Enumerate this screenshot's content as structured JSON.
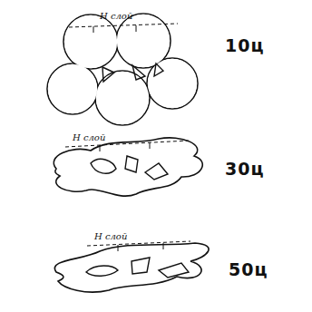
{
  "diagram": {
    "labels": [
      "Н слой",
      "10ц",
      "Н слой",
      "30ц",
      "Н слой",
      "50ц"
    ]
  }
}
